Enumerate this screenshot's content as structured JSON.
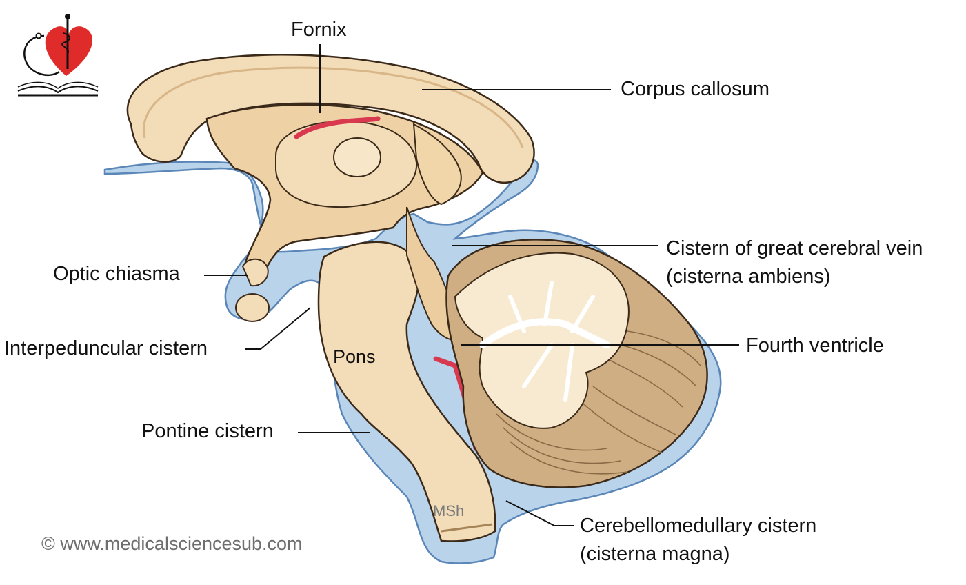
{
  "labels": {
    "fornix": "Fornix",
    "corpus_callosum": "Corpus callosum",
    "cistern_great_vein_1": "Cistern of great cerebral vein",
    "cistern_great_vein_2": "(cisterna ambiens)",
    "optic_chiasma": "Optic chiasma",
    "interpeduncular": "Interpeduncular cistern",
    "fourth_ventricle": "Fourth ventricle",
    "pons": "Pons",
    "pontine": "Pontine cistern",
    "cerebellomedullary_1": "Cerebellomedullary cistern",
    "cerebellomedullary_2": "(cisterna magna)"
  },
  "signature": "MSh",
  "copyright": "© www.medicalsciencesub.com",
  "colors": {
    "csf_blue": "#b9d3ea",
    "csf_outline": "#5a86b8",
    "brain_tissue": "#f3dcb8",
    "tissue_shadow": "#d8b688",
    "outline": "#3b2a1a",
    "vessel_red": "#d8394e",
    "logo_heart": "#e02b2b"
  }
}
